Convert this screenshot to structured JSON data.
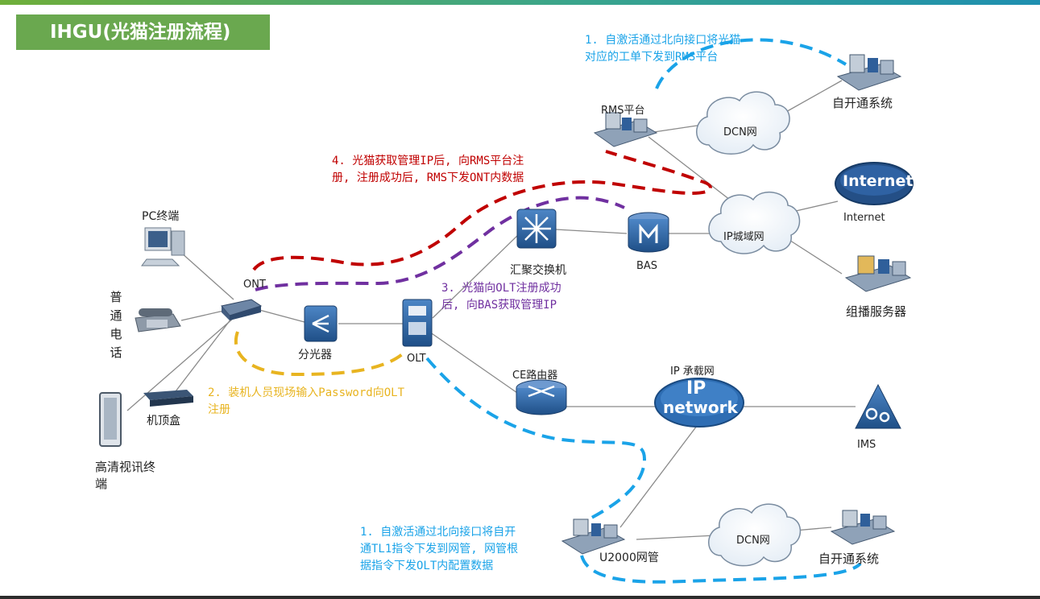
{
  "title": "IHGU(光猫注册流程)",
  "colors": {
    "blue_flow": "#1aa3e8",
    "red_flow": "#c00000",
    "purple_flow": "#7030a0",
    "orange_flow": "#e8b420",
    "title_bg": "#6aa84f",
    "device_blue": "#2f5f9a"
  },
  "nodes": {
    "pc": "PC终端",
    "phone": "普通电话",
    "hd_video": "高清视讯终端",
    "stb": "机顶盒",
    "ont": "ONT",
    "splitter": "分光器",
    "olt": "OLT",
    "agg_switch": "汇聚交换机",
    "bas": "BAS",
    "ip_metro": "IP城域网",
    "rms": "RMS平台",
    "dcn_top": "DCN网",
    "auto_top": "自开通系统",
    "internet_cloud": "Internet",
    "internet": "Internet",
    "multicast": "组播服务器",
    "ce_router": "CE路由器",
    "ip_bearer": "IP 承载网",
    "ip_network_line1": "IP",
    "ip_network_line2": "network",
    "ims": "IMS",
    "u2000": "U2000网管",
    "dcn_bottom": "DCN网",
    "auto_bottom": "自开通系统"
  },
  "annotations": {
    "step1_top": [
      "1. 自激活通过北向接口将光猫",
      "对应的工单下发到RMS平台"
    ],
    "step4": [
      "4. 光猫获取管理IP后, 向RMS平台注",
      "册, 注册成功后, RMS下发ONT内数据"
    ],
    "step3": [
      "3. 光猫向OLT注册成功",
      "后, 向BAS获取管理IP"
    ],
    "step2": [
      "2. 装机人员现场输入Password向OLT",
      "注册"
    ],
    "step1_bottom": [
      "1. 自激活通过北向接口将自开",
      "通TL1指令下发到网管, 网管根",
      "据指令下发OLT内配置数据"
    ]
  }
}
